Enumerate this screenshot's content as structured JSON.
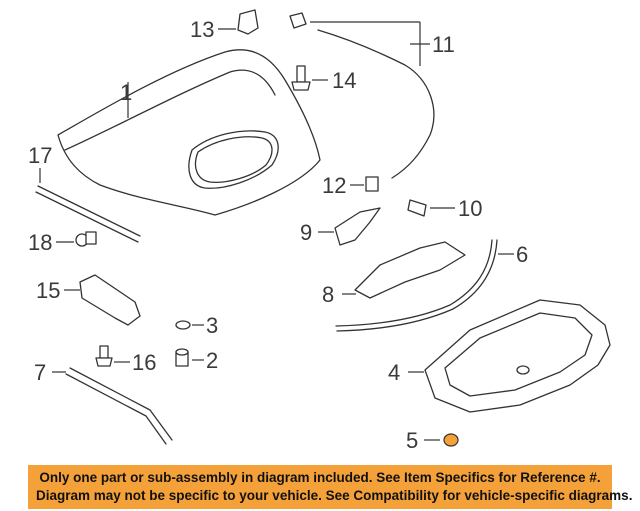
{
  "callouts": {
    "c1": "1",
    "c2": "2",
    "c3": "3",
    "c4": "4",
    "c5": "5",
    "c6": "6",
    "c7": "7",
    "c8": "8",
    "c9": "9",
    "c10": "10",
    "c11": "11",
    "c12": "12",
    "c13": "13",
    "c14": "14",
    "c15": "15",
    "c16": "16",
    "c17": "17",
    "c18": "18"
  },
  "colors": {
    "banner_bg": "#f4a13a",
    "highlight_part": "#f4a13a",
    "line": "#333333"
  },
  "banner": {
    "line1": "Only one part or sub-assembly in diagram included. See Item Specifics for Reference #.",
    "line2": "Diagram may not be specific to your vehicle. See Compatibility for vehicle-specific diagrams."
  }
}
